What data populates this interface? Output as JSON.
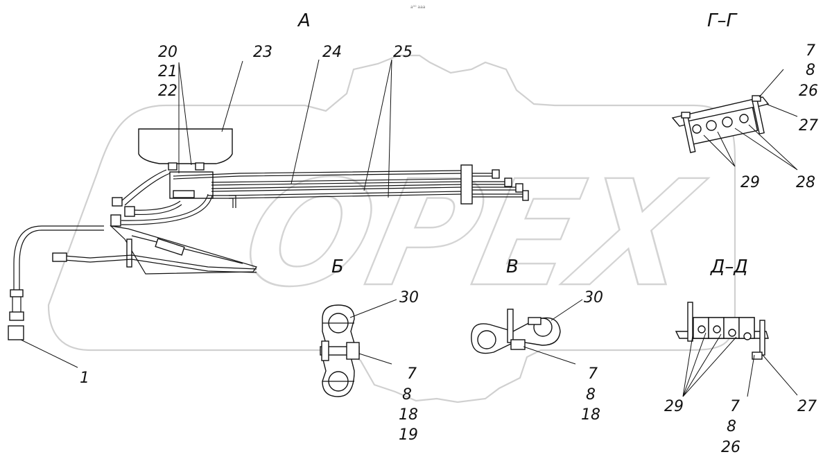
{
  "views": {
    "a": "А",
    "g": "Г–Г",
    "b": "Б",
    "v": "В",
    "d": "Д–Д"
  },
  "watermark": "ОРЕХ",
  "stamp": "a⁰⁰ aaa",
  "labels": {
    "n1": "1",
    "n20": "20",
    "n21": "21",
    "n22": "22",
    "n23": "23",
    "n24": "24",
    "n25": "25",
    "g_7": "7",
    "g_8": "8",
    "g_26": "26",
    "g_27": "27",
    "g_29": "29",
    "g_28": "28",
    "b_30": "30",
    "b_7": "7",
    "b_8": "8",
    "b_18": "18",
    "b_19": "19",
    "v_30": "30",
    "v_7": "7",
    "v_8": "8",
    "v_18": "18",
    "d_29": "29",
    "d_7": "7",
    "d_8": "8",
    "d_26": "26",
    "d_27": "27"
  }
}
